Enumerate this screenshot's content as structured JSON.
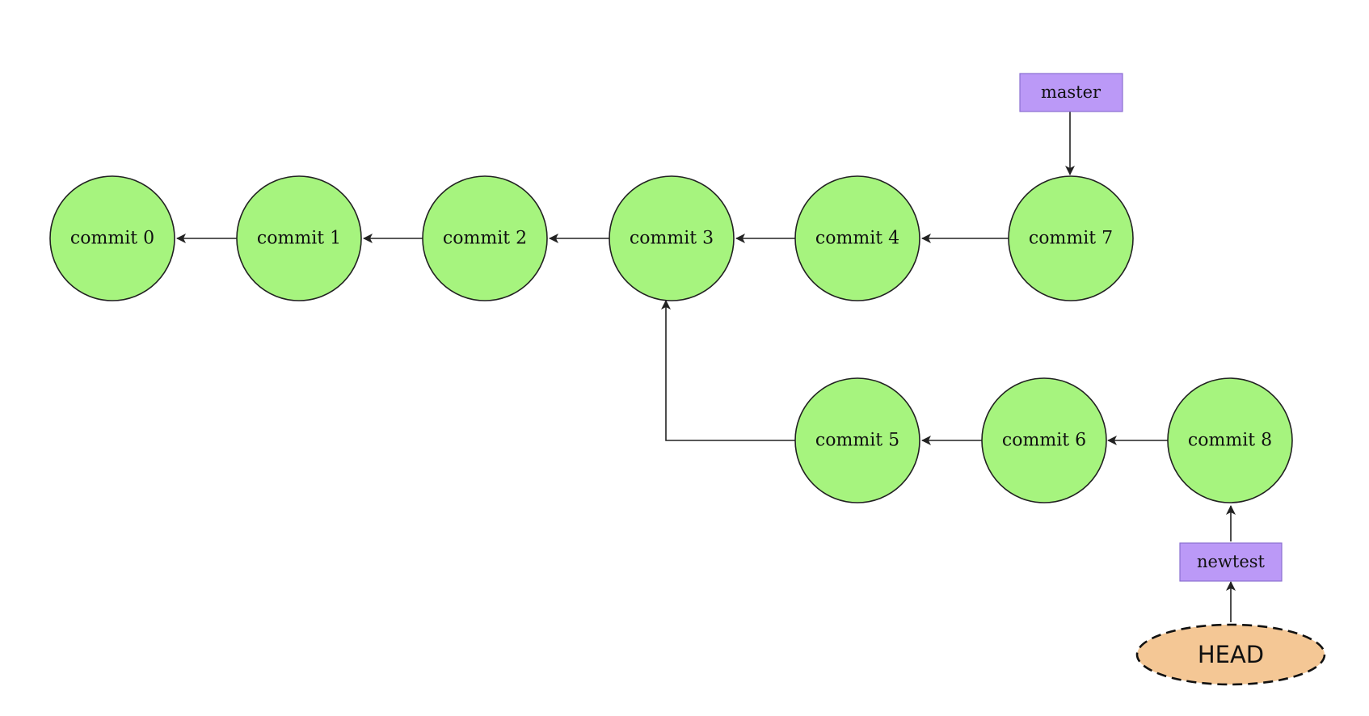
{
  "diagram": {
    "commits": [
      {
        "id": "c0",
        "label": "commit 0"
      },
      {
        "id": "c1",
        "label": "commit 1"
      },
      {
        "id": "c2",
        "label": "commit 2"
      },
      {
        "id": "c3",
        "label": "commit 3"
      },
      {
        "id": "c4",
        "label": "commit 4"
      },
      {
        "id": "c7",
        "label": "commit 7"
      },
      {
        "id": "c5",
        "label": "commit 5"
      },
      {
        "id": "c6",
        "label": "commit 6"
      },
      {
        "id": "c8",
        "label": "commit 8"
      }
    ],
    "branches": [
      {
        "id": "master",
        "label": "master",
        "points_to": "c7"
      },
      {
        "id": "newtest",
        "label": "newtest",
        "points_to": "c8"
      }
    ],
    "head": {
      "label": "HEAD",
      "points_to": "newtest"
    },
    "parent_links": [
      {
        "from": "c1",
        "to": "c0"
      },
      {
        "from": "c2",
        "to": "c1"
      },
      {
        "from": "c3",
        "to": "c2"
      },
      {
        "from": "c4",
        "to": "c3"
      },
      {
        "from": "c7",
        "to": "c4"
      },
      {
        "from": "c5",
        "to": "c3"
      },
      {
        "from": "c6",
        "to": "c5"
      },
      {
        "from": "c8",
        "to": "c6"
      }
    ],
    "colors": {
      "commit_fill": "#a6f47e",
      "branch_fill": "#bb99f7",
      "head_fill": "#f4c795"
    }
  }
}
